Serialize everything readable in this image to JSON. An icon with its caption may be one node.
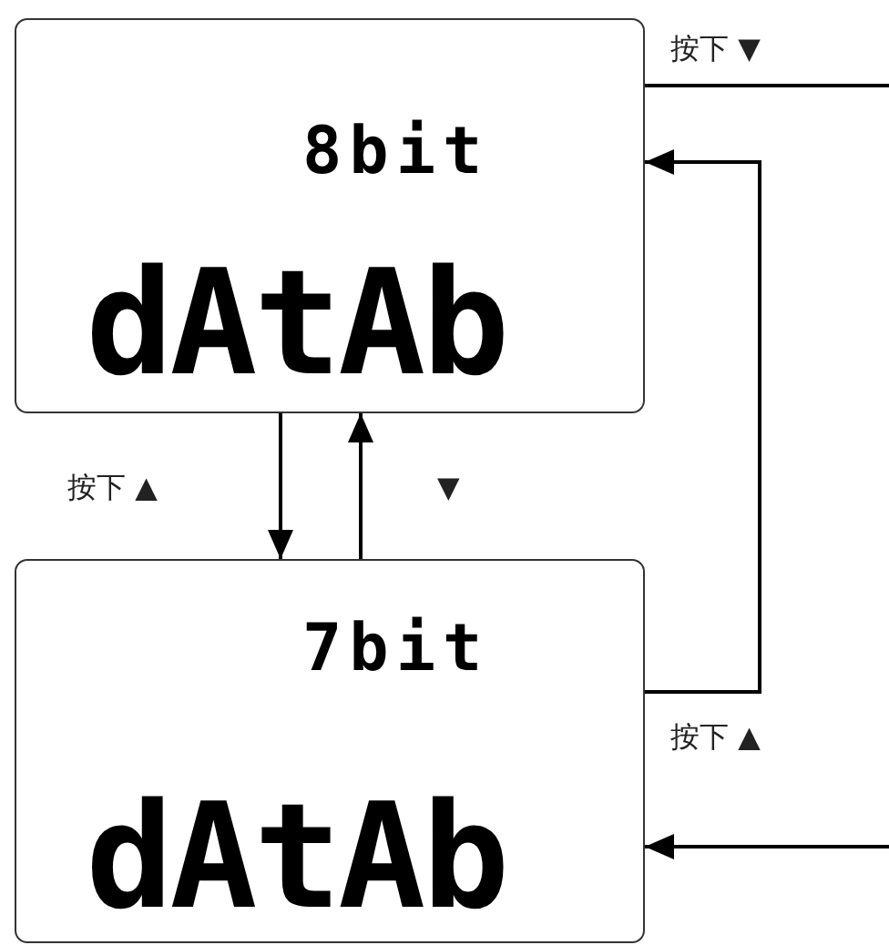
{
  "diagram": {
    "nodes": [
      {
        "text": [
          "8bit",
          "dAtAb"
        ]
      },
      {
        "text": [
          "7bit",
          "dAtAb"
        ]
      }
    ],
    "edges": [
      {
        "from": 0,
        "to": 1,
        "arrow": "to",
        "label": "按下 ▲"
      },
      {
        "from": 1,
        "to": 0,
        "arrow": "to",
        "label": "▼"
      },
      {
        "from": 0,
        "to": null,
        "arrow": "none",
        "label": "按下 ▼"
      },
      {
        "from": 1,
        "to": 0,
        "arrow": "to",
        "label": "按下 ▲"
      },
      {
        "from": null,
        "to": 1,
        "arrow": "to"
      }
    ]
  }
}
